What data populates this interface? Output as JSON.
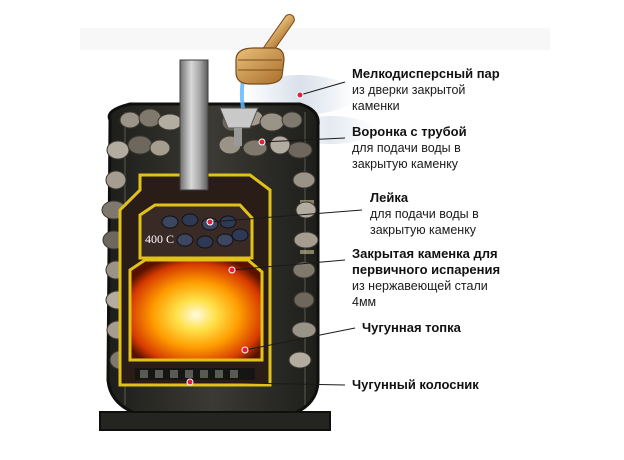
{
  "diagram": {
    "temperature_label": "400 С",
    "labels": [
      {
        "title": "Мелкодисперсный пар",
        "subtitle": "из дверки закрытой\nкаменки"
      },
      {
        "title": "Воронка с трубой",
        "subtitle": "для подачи воды в\nзакрытую каменку"
      },
      {
        "title": "Лейка",
        "subtitle": "для подачи воды в\nзакрытую каменку"
      },
      {
        "title": "Закрытая каменка для\nпервичного испарения",
        "subtitle": "из нержавеющей стали\n4мм"
      },
      {
        "title": "Чугунная топка",
        "subtitle": ""
      },
      {
        "title": "Чугунный колосник",
        "subtitle": ""
      }
    ],
    "colors": {
      "steel_frame": "#2a2a26",
      "yellow_outline": "#e0c21a",
      "fire": "#ffb000",
      "stones": "#8f887c",
      "pointer_dot": "#e0203a"
    }
  }
}
